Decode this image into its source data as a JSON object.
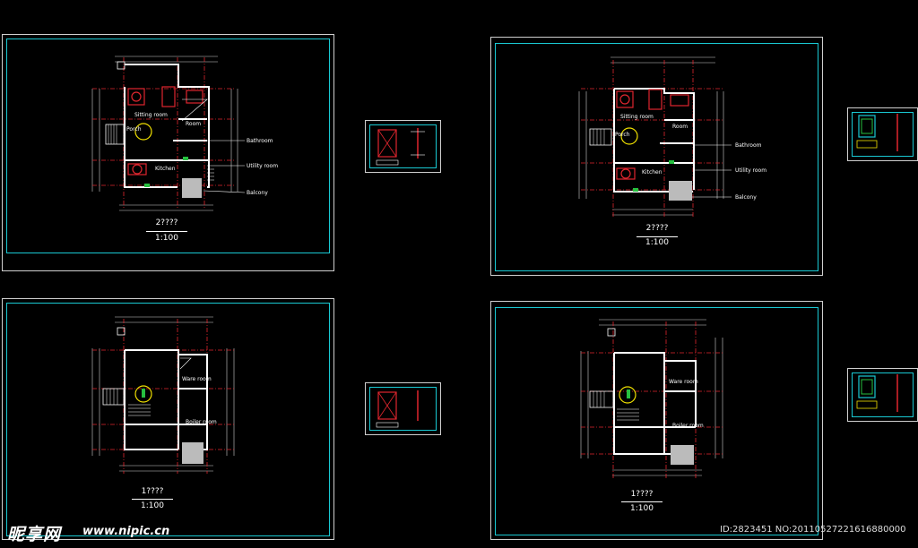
{
  "sheets": [
    {
      "title": "2????",
      "scale": "1:100",
      "labels": [
        "Sitting room",
        "Room",
        "Porch",
        "Kitchen",
        "Bathroom",
        "Utility room",
        "Balcony"
      ]
    },
    {
      "title": "2????",
      "scale": "1:100",
      "labels": [
        "Sitting room",
        "Room",
        "Porch",
        "Kitchen",
        "Bathroom",
        "Utility room",
        "Balcony"
      ]
    },
    {
      "title": "1????",
      "scale": "1:100",
      "labels": [
        "Ware room",
        "Boiler room"
      ]
    },
    {
      "title": "1????",
      "scale": "1:100",
      "labels": [
        "Ware room",
        "Boiler room"
      ]
    }
  ],
  "watermark": {
    "logo": "昵享网",
    "url": "www.nipic.cn",
    "id": "ID:2823451 NO:20110527221616880000"
  },
  "colors": {
    "frame": "#19c9d3",
    "wall": "#ffffff",
    "axis": "#e0262e",
    "furniture": "#e0262e",
    "dim": "#cfcfcf"
  }
}
